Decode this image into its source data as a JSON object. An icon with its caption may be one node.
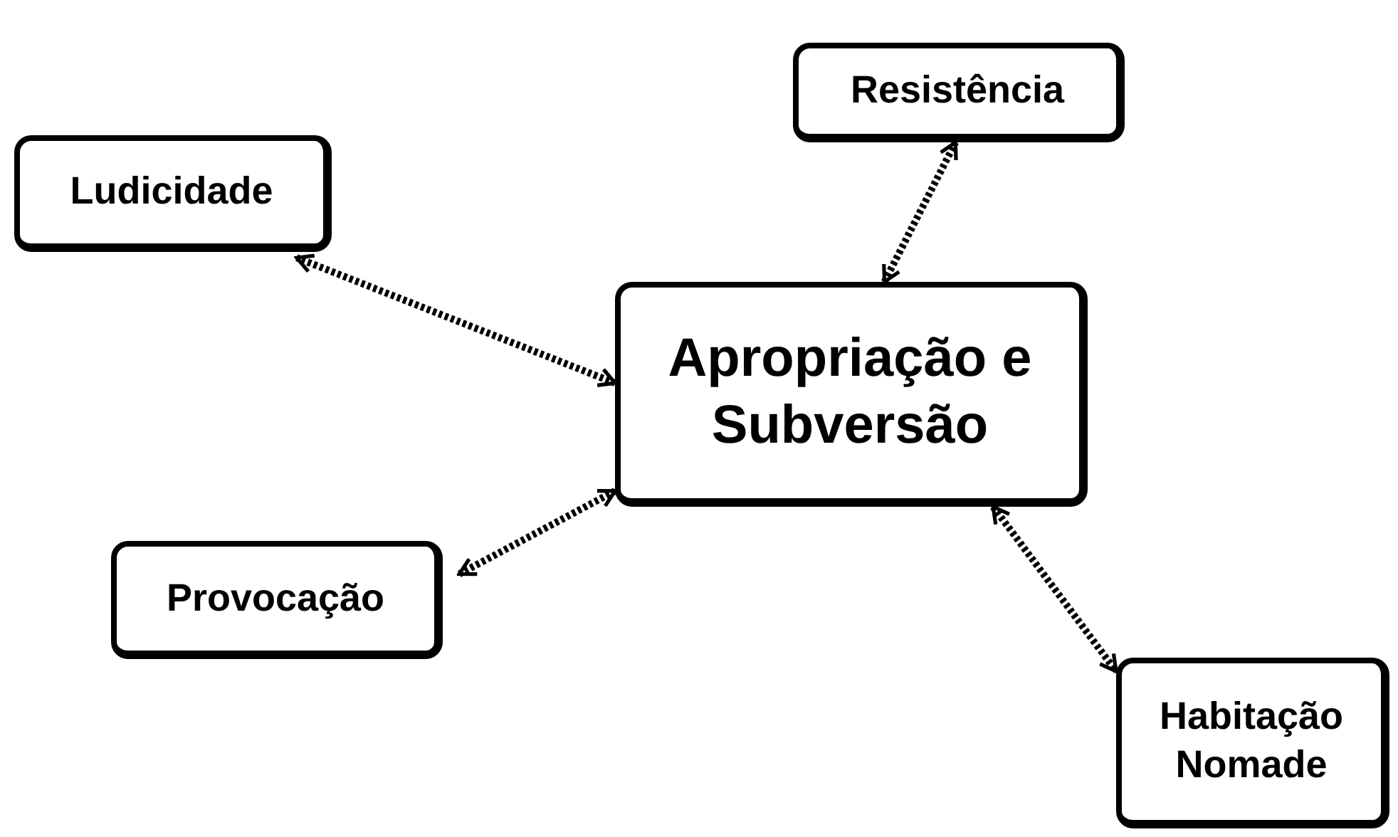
{
  "diagram": {
    "nodes": [
      {
        "text": [
          "Resistência"
        ]
      },
      {
        "text": [
          "Ludicidade"
        ]
      },
      {
        "text": [
          "Apropriação e Subversão"
        ]
      },
      {
        "text": [
          "Provocação"
        ]
      },
      {
        "text": [
          "Habitação Nomade"
        ]
      }
    ],
    "edges": [
      {
        "from": 2,
        "to": 0,
        "arrow": "both",
        "style": "dashed"
      },
      {
        "from": 2,
        "to": 1,
        "arrow": "both",
        "style": "dashed"
      },
      {
        "from": 2,
        "to": 3,
        "arrow": "both",
        "style": "dashed"
      },
      {
        "from": 2,
        "to": 4,
        "arrow": "both",
        "style": "dashed"
      }
    ]
  }
}
